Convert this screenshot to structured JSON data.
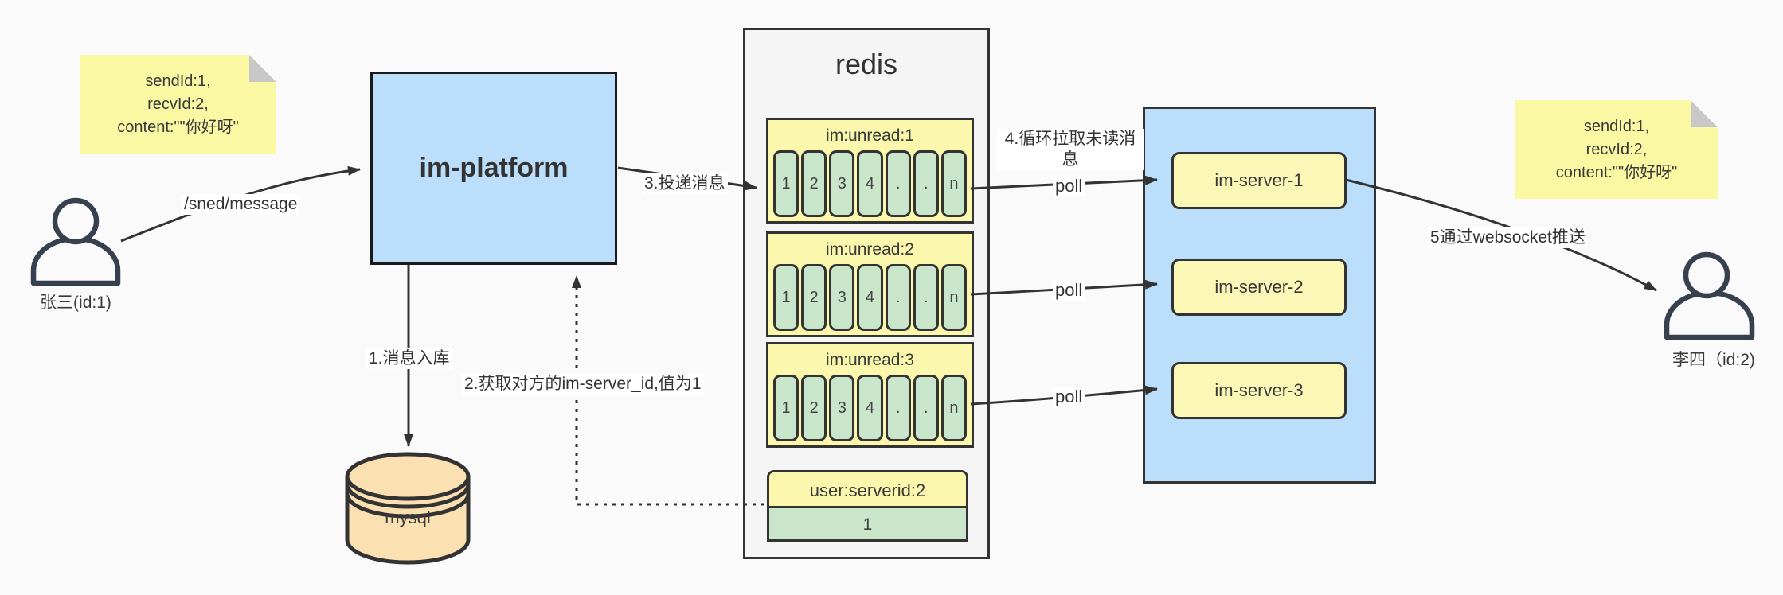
{
  "colors": {
    "canvas_bg": "#FAFAFA",
    "stroke": "#333333",
    "blue_fill": "#BBDEFB",
    "yellow_note": "#FBF8A3",
    "yellow_box": "#FBF7AC",
    "green_fill": "#C9E5CA",
    "mysql_fill": "#FBE0B2",
    "redis_container_fill": "#F5F5F5",
    "fold_gray": "#C8C8C8",
    "person_stroke": "#36404E"
  },
  "notes": {
    "left": {
      "line1": "sendId:1,",
      "line2": "recvId:2,",
      "line3": "content:\"\"你好呀\""
    },
    "right": {
      "line1": "sendId:1,",
      "line2": "recvId:2,",
      "line3": "content:\"\"你好呀\""
    }
  },
  "actors": {
    "sender": {
      "label": "张三(id:1)"
    },
    "receiver": {
      "label": "李四（id:2)"
    }
  },
  "platform": {
    "label": "im-platform"
  },
  "database": {
    "label": "mysql"
  },
  "redis": {
    "title": "redis",
    "queues": [
      {
        "header": "im:unread:1",
        "cells": [
          "1",
          "2",
          "3",
          "4",
          ".",
          ".",
          "n"
        ]
      },
      {
        "header": "im:unread:2",
        "cells": [
          "1",
          "2",
          "3",
          "4",
          ".",
          ".",
          "n"
        ]
      },
      {
        "header": "im:unread:3",
        "cells": [
          "1",
          "2",
          "3",
          "4",
          ".",
          ".",
          "n"
        ]
      }
    ],
    "kv": {
      "header": "user:serverid:2",
      "value": "1"
    }
  },
  "servers": {
    "server1": "im-server-1",
    "server2": "im-server-2",
    "server3": "im-server-3"
  },
  "labels": {
    "send_api": "/sned/message",
    "step1": "1.消息入库",
    "step2": "2.获取对方的im-server_id,值为1",
    "step3": "3.投递消息",
    "step4": "4.循环拉取未读消息",
    "step5": "5通过websocket推送",
    "poll1": "poll",
    "poll2": "poll",
    "poll3": "poll"
  }
}
